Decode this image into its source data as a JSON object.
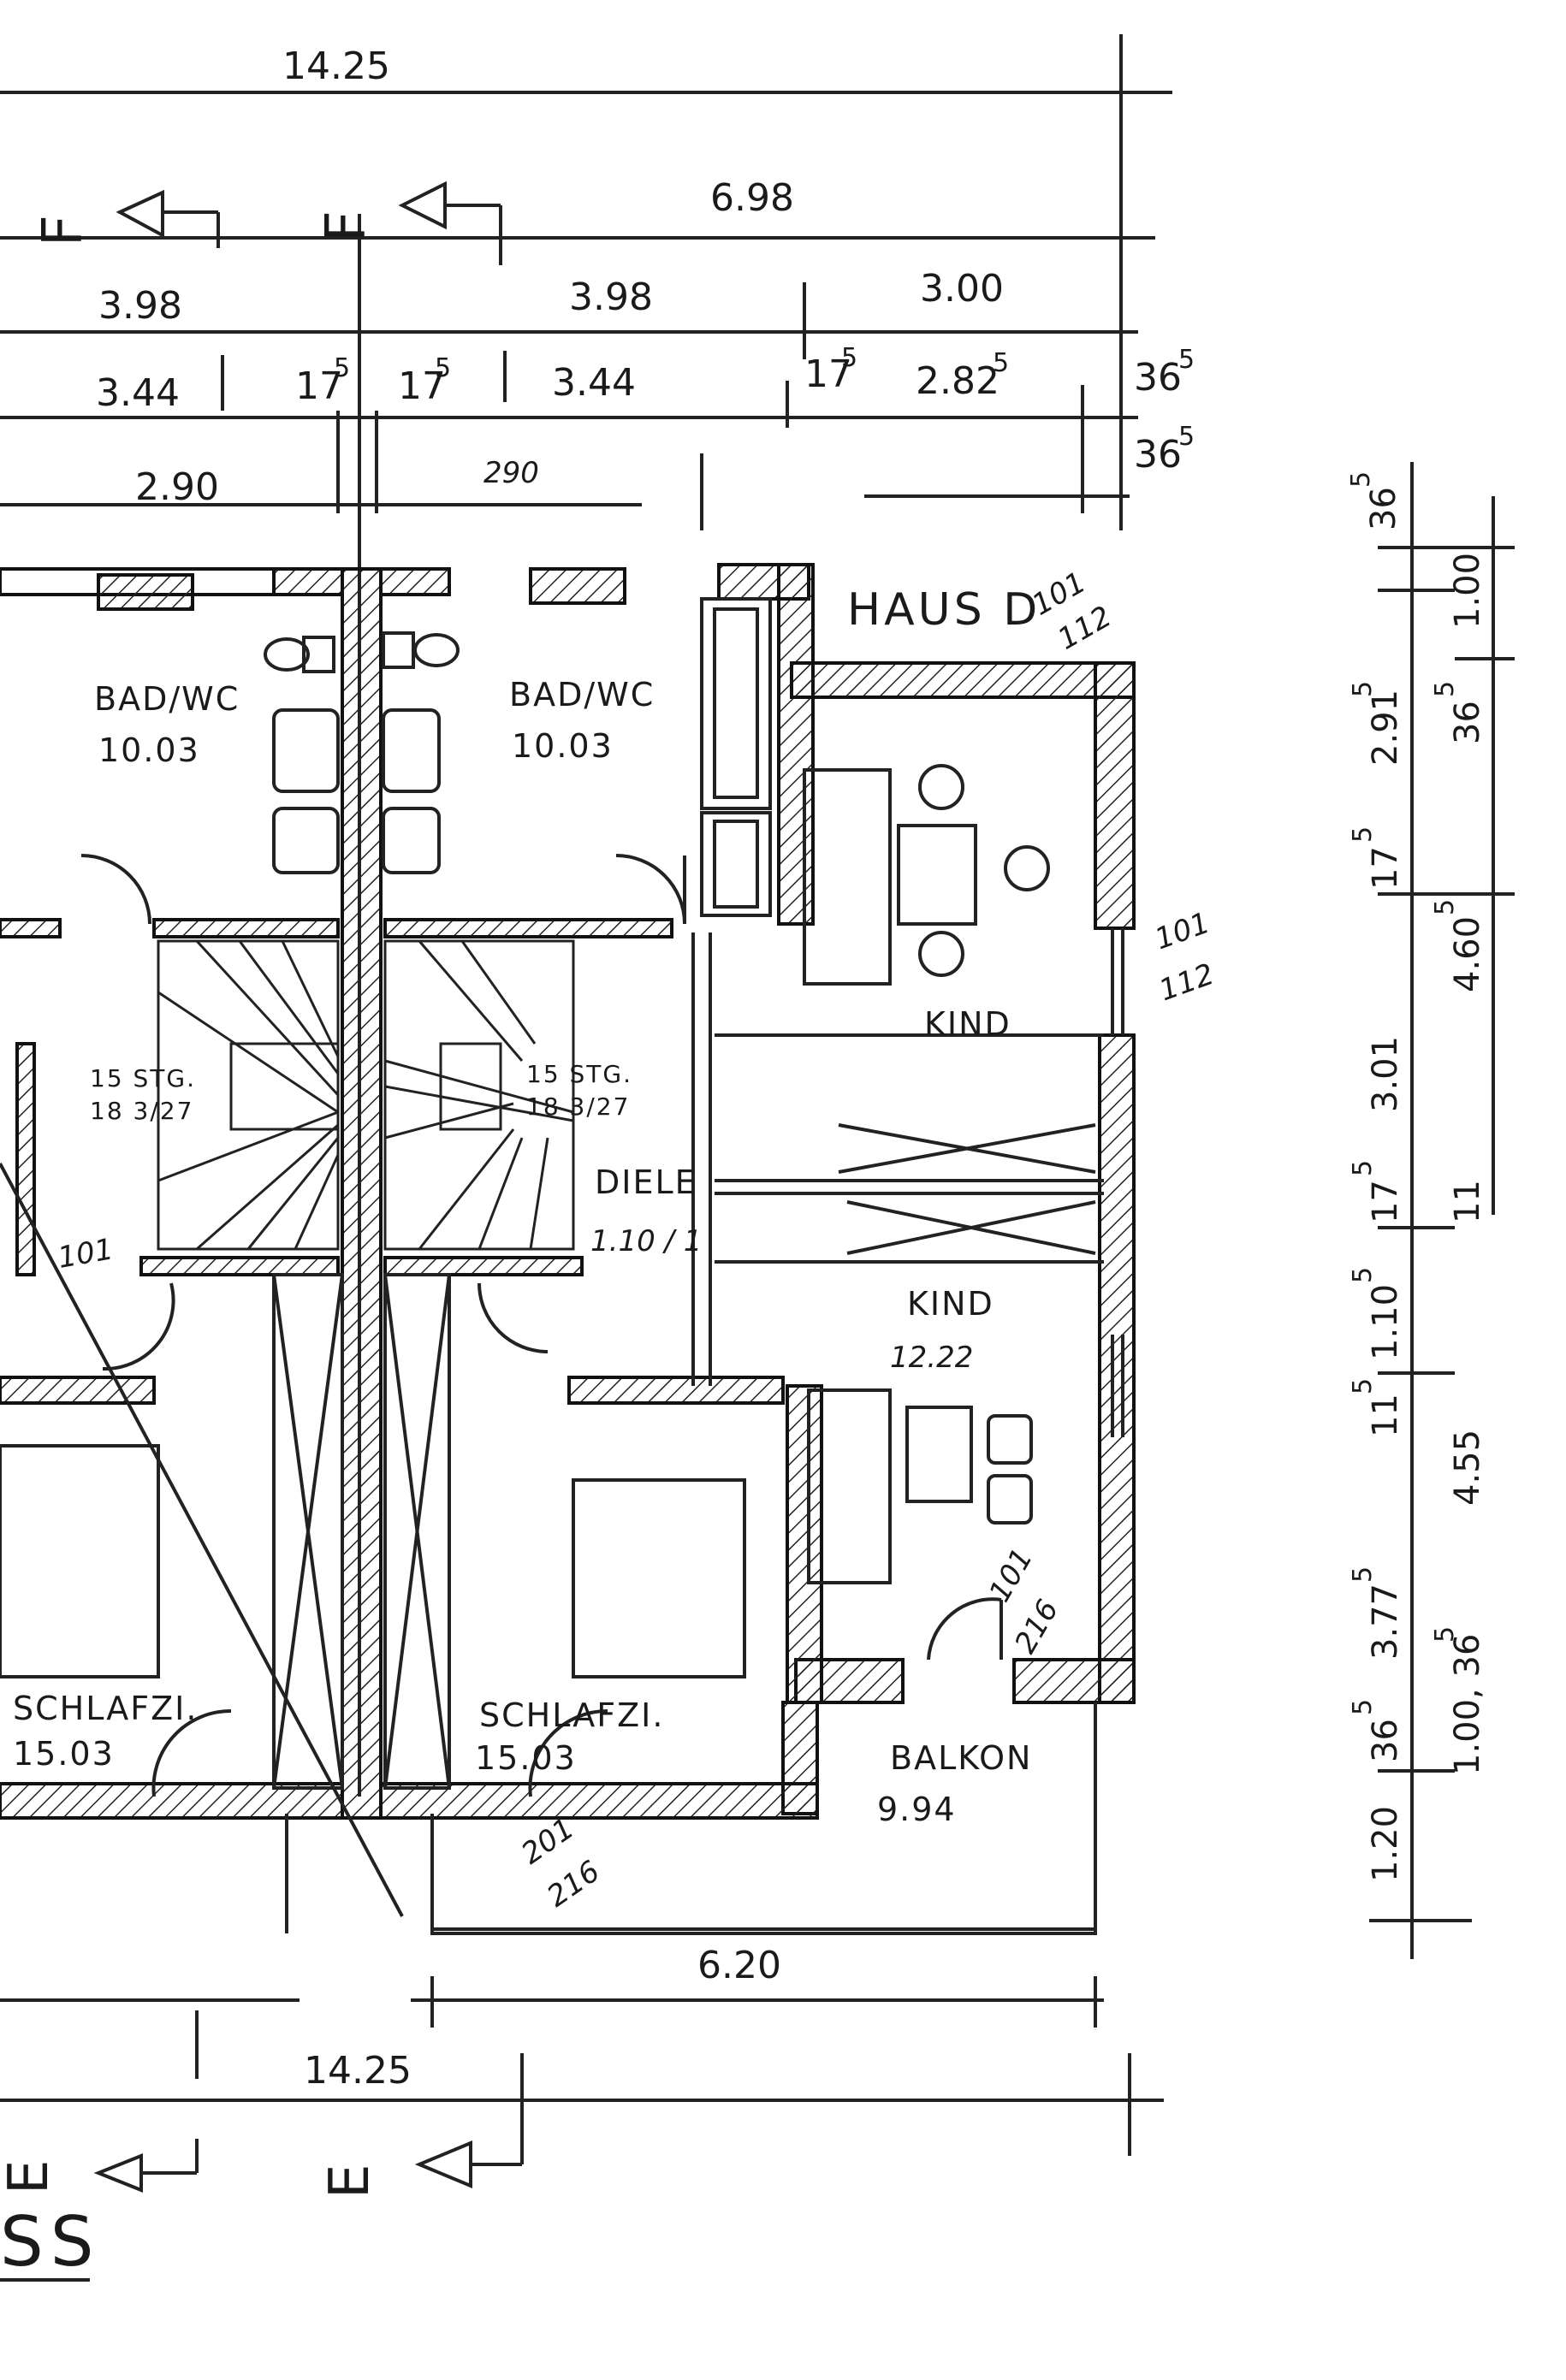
{
  "plan": {
    "house_label": "HAUS D",
    "section_markers": {
      "top": [
        "F",
        "F"
      ],
      "bottom": [
        "E",
        "E"
      ],
      "corner_text": "SS"
    },
    "rooms": [
      {
        "name": "BAD/WC",
        "area": "10.03"
      },
      {
        "name": "BAD/WC",
        "area": "10.03"
      },
      {
        "name": "KIND",
        "area": ""
      },
      {
        "name": "KIND",
        "area": "12.22"
      },
      {
        "name": "DIELE",
        "area": ""
      },
      {
        "name": "SCHLAFZI.",
        "area": "15.03"
      },
      {
        "name": "SCHLAFZI.",
        "area": "15.03"
      },
      {
        "name": "BALKON",
        "area": "9.94"
      }
    ],
    "stairs": [
      {
        "steps": "15 STG.",
        "ratio": "18 3/27"
      },
      {
        "steps": "15 STG.",
        "ratio": "18 3/27"
      }
    ],
    "top_dimensions": {
      "overall": "14.25",
      "right_part": "6.98",
      "row1": [
        "3.98",
        "3.98",
        "3.00"
      ],
      "row2": [
        "3.44",
        "17",
        "17",
        "3.44",
        "17",
        "2.82",
        "36"
      ],
      "row2_sup": [
        "5",
        "5",
        "5",
        "5",
        "5"
      ],
      "row3": [
        "2.90",
        "290",
        "36"
      ],
      "row3_sup": "5"
    },
    "bottom_dimensions": {
      "balcony_width": "6.20",
      "overall": "14.25"
    },
    "right_dimensions": {
      "outer": [
        "36",
        "2.91",
        "17",
        "3.01",
        "17",
        "1.10",
        "11",
        "3.77",
        "36",
        "1.20"
      ],
      "outer_sup": [
        "5",
        "5",
        "5",
        "5",
        "5",
        "5",
        "5",
        "5"
      ],
      "inner": [
        "1.00",
        "36",
        "4.60",
        "11",
        "4.55",
        "1.00, 36"
      ],
      "inner_sup": [
        "5",
        "5",
        "5"
      ]
    },
    "opening_notes": {
      "window_top": [
        "101",
        "112"
      ],
      "window_right": [
        "101",
        "112"
      ],
      "door_inner": "101",
      "door_diele": "1.10 / 1",
      "balcony_door": [
        "101",
        "216"
      ],
      "bedroom_window": [
        "201",
        "216"
      ]
    }
  }
}
